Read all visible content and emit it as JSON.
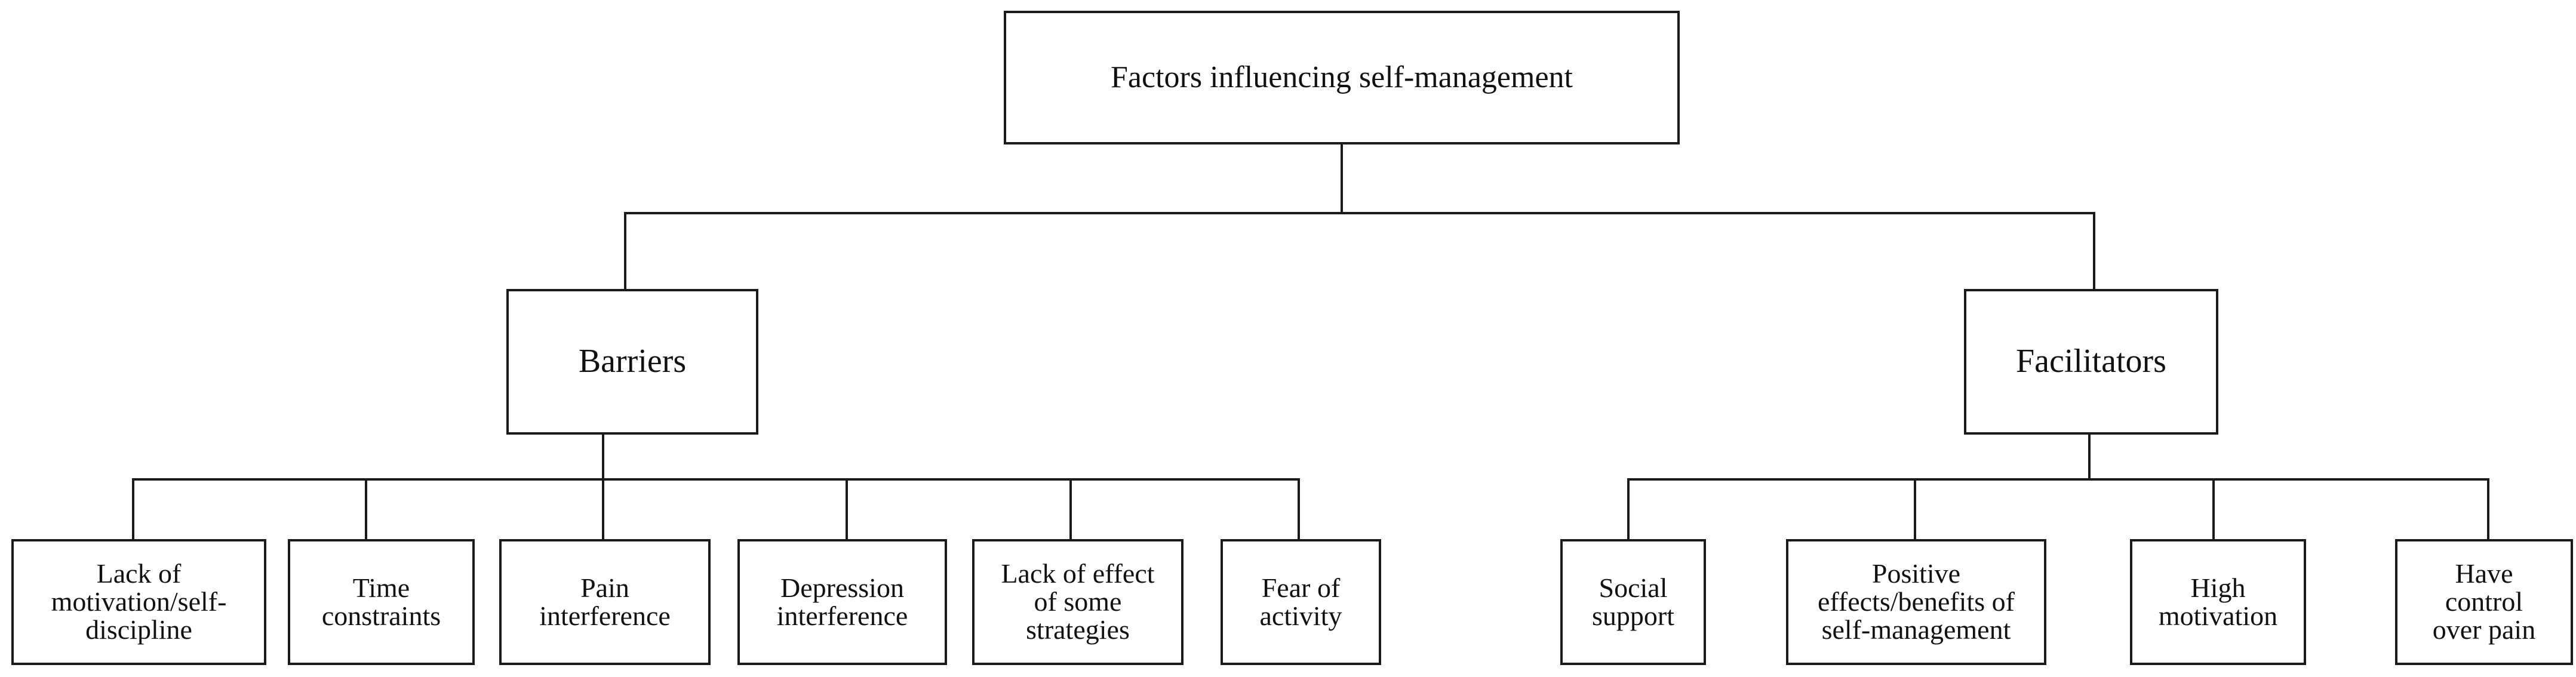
{
  "diagram": {
    "root": {
      "label": "Factors influencing self-management"
    },
    "barriers": {
      "label": "Barriers",
      "items": [
        "Lack of\nmotivation/self-\ndiscipline",
        "Time\nconstraints",
        "Pain\ninterference",
        "Depression\ninterference",
        "Lack of effect\nof some\nstrategies",
        "Fear of\nactivity"
      ]
    },
    "facilitators": {
      "label": "Facilitators",
      "items": [
        "Social\nsupport",
        "Positive\neffects/benefits of\nself-management",
        "High\nmotivation",
        "Have\ncontrol\nover pain"
      ]
    }
  }
}
